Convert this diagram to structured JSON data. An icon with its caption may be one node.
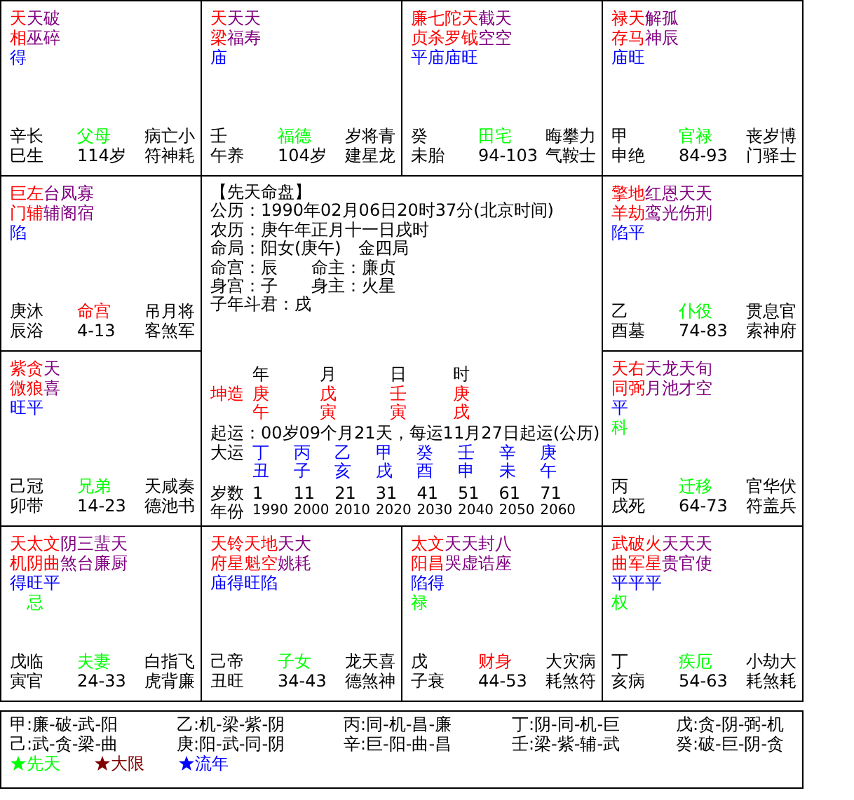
{
  "diagram": {
    "nodes": [
      {
        "text": [
          "天天破",
          "相巫碎",
          "得",
          "辛长",
          "父母",
          "病亡小",
          "巳生",
          "114岁",
          "符神耗"
        ]
      },
      {
        "text": [
          "天天天",
          "梁福寿",
          "庙",
          "壬",
          "福德",
          "岁将青",
          "午养",
          "104岁",
          "建星龙"
        ]
      },
      {
        "text": [
          "廉七陀天截天",
          "贞杀罗钺空空",
          "平庙庙旺",
          "癸",
          "田宅",
          "晦攀力",
          "未胎",
          "94-103",
          "气鞍士"
        ]
      },
      {
        "text": [
          "禄天解孤",
          "存马神辰",
          "庙旺",
          "甲",
          "官禄",
          "丧岁博",
          "申绝",
          "84-93",
          "门驿士"
        ]
      },
      {
        "text": [
          "巨左台凤寡",
          "门辅辅阁宿",
          "陷",
          "庚沐",
          "命宫",
          "吊月将",
          "辰浴",
          "4-13",
          "客煞军"
        ]
      },
      {
        "text": [
          "【先天命盘】",
          "公历：1990年02月06日20时37分(北京时间)",
          "农历：庚午年正月十一日戌时",
          "命局：阳女(庚午)　金四局",
          "命宫：辰　　命主：廉贞",
          "身宫：子　　身主：火星",
          "子年斗君：戌",
          "年",
          "月",
          "日",
          "时",
          "坤造",
          "庚",
          "戊",
          "壬",
          "庚",
          "午",
          "寅",
          "寅",
          "戌",
          "起运：00岁09个月21天，每运11月27日起运(公历)",
          "大运",
          "丁",
          "丙",
          "乙",
          "甲",
          "癸",
          "壬",
          "辛",
          "庚",
          "丑",
          "子",
          "亥",
          "戌",
          "酉",
          "申",
          "未",
          "午",
          "岁数",
          "1",
          "11",
          "21",
          "31",
          "41",
          "51",
          "61",
          "71",
          "年份",
          "1990",
          "2000",
          "2010",
          "2020",
          "2030",
          "2040",
          "2050",
          "2060"
        ]
      },
      {
        "text": [
          "擎地红恩天天",
          "羊劫鸾光伤刑",
          "陷平",
          "乙",
          "仆役",
          "贯息官",
          "酉墓",
          "74-83",
          "索神府"
        ]
      },
      {
        "text": [
          "紫贪天",
          "微狼喜",
          "旺平",
          "己冠",
          "兄弟",
          "天咸奏",
          "卯带",
          "14-23",
          "德池书"
        ]
      },
      {
        "text": [
          "天右天龙天旬",
          "同弼月池才空",
          "平",
          "科",
          "丙",
          "迁移",
          "官华伏",
          "戌死",
          "64-73",
          "符盖兵"
        ]
      },
      {
        "text": [
          "天太文阴三蜚天",
          "机阴曲煞台廉厨",
          "得旺平",
          "忌",
          "戊临",
          "夫妻",
          "白指飞",
          "寅官",
          "24-33",
          "虎背廉"
        ]
      },
      {
        "text": [
          "天铃天地天大",
          "府星魁空姚耗",
          "庙得旺陷",
          "己帝",
          "子女",
          "龙天喜",
          "丑旺",
          "34-43",
          "德煞神"
        ]
      },
      {
        "text": [
          "太文天天封八",
          "阳昌哭虚诰座",
          "陷得",
          "禄",
          "戊",
          "财身",
          "大灾病",
          "子衰",
          "44-53",
          "耗煞符"
        ]
      },
      {
        "text": [
          "武破火天天天",
          "曲军星贵官使",
          "平平平",
          "权",
          "丁",
          "疾厄",
          "小劫大",
          "亥病",
          "54-63",
          "耗煞耗"
        ]
      },
      {
        "text": [
          "甲:廉-破-武-阳",
          "乙:机-梁-紫-阴",
          "丙:同-机-昌-廉",
          "丁:阴-同-机-巨",
          "戊:贪-阴-弼-机",
          "己:武-贪-梁-曲",
          "庚:阳-武-同-阴",
          "辛:巨-阳-曲-昌",
          "壬:梁-紫-辅-武",
          "癸:破-巨-阴-贪"
        ]
      }
    ],
    "legend": [
      {
        "text": "先天",
        "color": "#00ff00"
      },
      {
        "text": "大限",
        "color": "#800000"
      },
      {
        "text": "流年",
        "color": "#0000ff"
      }
    ]
  }
}
